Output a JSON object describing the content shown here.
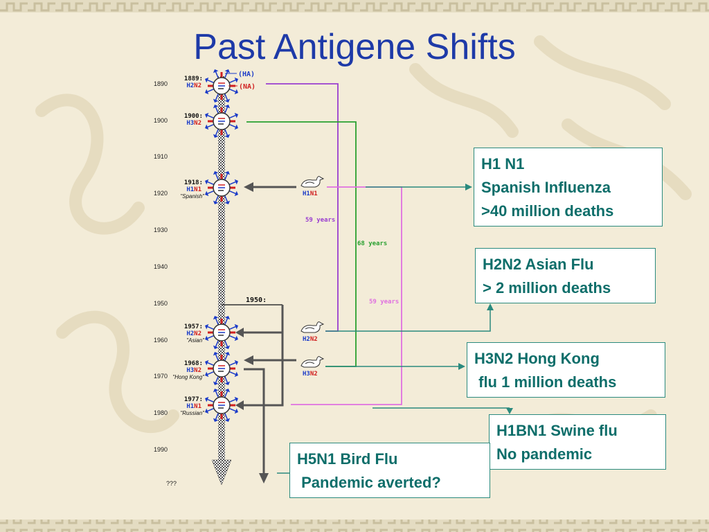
{
  "title": "Past Antigene Shifts",
  "axis_years": [
    "1890",
    "1900",
    "1910",
    "1920",
    "1930",
    "1940",
    "1950",
    "1960",
    "1970",
    "1980",
    "1990",
    "???"
  ],
  "legend": {
    "ha": "(HA)",
    "na": "(NA)"
  },
  "pandemics": [
    {
      "year": "1889:",
      "h": "H2",
      "n": "N2",
      "name": ""
    },
    {
      "year": "1900:",
      "h": "H3",
      "n": "N2",
      "name": ""
    },
    {
      "year": "1918:",
      "h": "H1",
      "n": "N1",
      "name": "\"Spanish\""
    },
    {
      "year": "1957:",
      "h": "H2",
      "n": "N2",
      "name": "\"Asian\""
    },
    {
      "year": "1968:",
      "h": "H3",
      "n": "N2",
      "name": "\"Hong Kong\""
    },
    {
      "year": "1977:",
      "h": "H1",
      "n": "N1",
      "name": "\"Russian\""
    }
  ],
  "branch_label": "1950:",
  "birds": [
    {
      "h": "H1",
      "n": "N1"
    },
    {
      "h": "H2",
      "n": "N2"
    },
    {
      "h": "H3",
      "n": "N2"
    }
  ],
  "intervals": {
    "h2n2": "59 years",
    "h3n2": "68 years",
    "h1n1": "59 years"
  },
  "callouts": {
    "spanish": "H1 N1\nSpanish Influenza\n>40 million deaths",
    "asian": "H2N2 Asian Flu\n> 2 million deaths",
    "hongkong": "H3N2 Hong Kong\n flu 1 million deaths",
    "swine": "H1BN1 Swine flu\nNo pandemic",
    "bird": "H5N1 Bird Flu\n Pandemic averted?"
  },
  "colors": {
    "title": "#1e3aa8",
    "h_red": "#d02020",
    "n_blue": "#1a3ac8",
    "purple": "#9a3ed0",
    "green": "#2aa030",
    "pink": "#e070e0",
    "teal": "#2a8a7e",
    "callout_text": "#0e6e6a"
  }
}
